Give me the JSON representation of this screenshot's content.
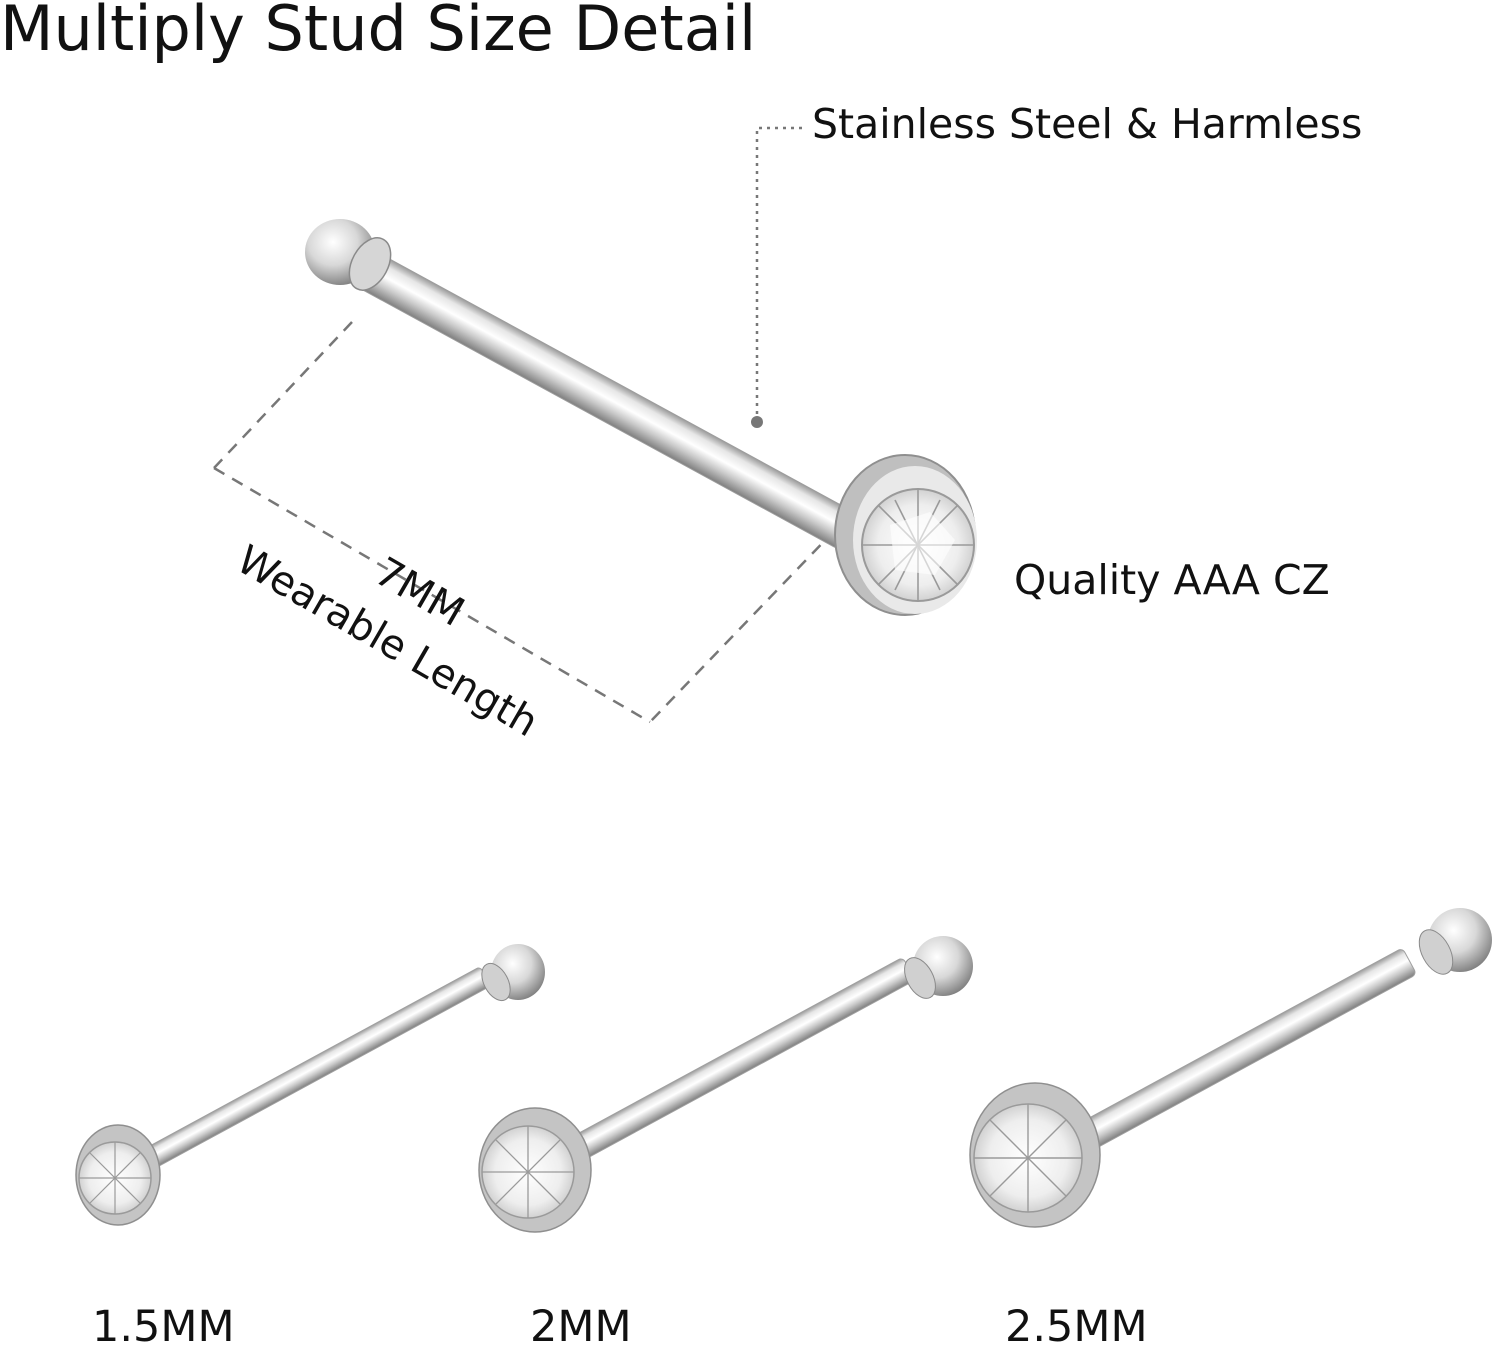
{
  "title": "Multiply Stud Size Detail",
  "callouts": {
    "material": "Stainless Steel & Harmless",
    "stone": "Quality AAA CZ",
    "length_value": "7MM",
    "length_label": "Wearable Length"
  },
  "sizes": [
    {
      "label": "1.5MM"
    },
    {
      "label": "2MM"
    },
    {
      "label": "2.5MM"
    }
  ],
  "colors": {
    "background": "#ffffff",
    "text": "#111111",
    "dashed_line": "#777777",
    "metal_light": "#f4f4f4",
    "metal_dark": "#8a8a8a"
  }
}
